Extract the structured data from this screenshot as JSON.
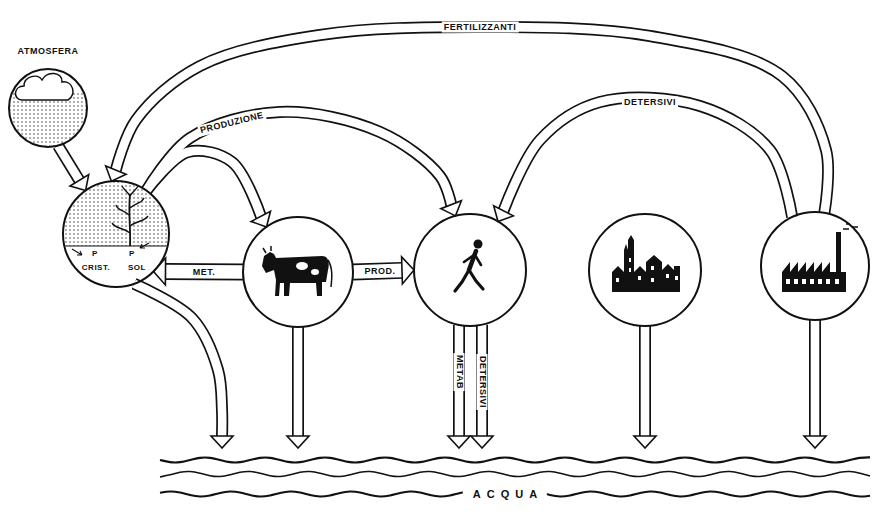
{
  "diagram": {
    "nodes": [
      {
        "text": [
          "ATMOSFERA"
        ]
      },
      {
        "text": [
          "P",
          "CRIST.",
          "P",
          "SOL"
        ]
      },
      {
        "text": []
      },
      {
        "text": []
      },
      {
        "text": []
      },
      {
        "text": []
      },
      {
        "text": [
          "ACQUA"
        ]
      }
    ],
    "edges": [
      {
        "from": 0,
        "to": 1,
        "arrow": "to"
      },
      {
        "from": 5,
        "to": 1,
        "label": "FERTILIZZANTI",
        "arrow": "to"
      },
      {
        "from": 1,
        "to": 3,
        "label": "PRODUZIONE",
        "arrow": "to"
      },
      {
        "from": 1,
        "to": 2,
        "arrow": "to"
      },
      {
        "from": 5,
        "to": 3,
        "label": "DETERSIVI",
        "arrow": "to"
      },
      {
        "from": 2,
        "to": 1,
        "label": "MET.",
        "arrow": "to"
      },
      {
        "from": 2,
        "to": 3,
        "label": "PROD.",
        "arrow": "to"
      },
      {
        "from": 1,
        "to": 6,
        "arrow": "to"
      },
      {
        "from": 2,
        "to": 6,
        "arrow": "to"
      },
      {
        "from": 3,
        "to": 6,
        "label": "METAB",
        "arrow": "to"
      },
      {
        "from": 3,
        "to": 6,
        "label": "DETERSIVI",
        "arrow": "to"
      },
      {
        "from": 4,
        "to": 6,
        "arrow": "to"
      },
      {
        "from": 5,
        "to": 6,
        "arrow": "to"
      }
    ]
  }
}
